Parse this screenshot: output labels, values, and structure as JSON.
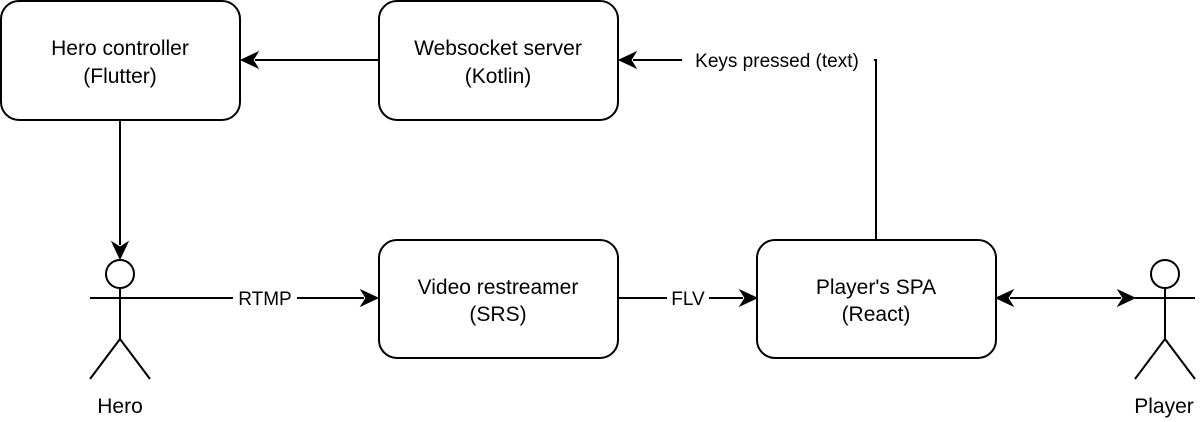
{
  "nodes": {
    "hero_controller": {
      "line1": "Hero controller",
      "line2": "(Flutter)"
    },
    "websocket_server": {
      "line1": "Websocket server",
      "line2": "(Kotlin)"
    },
    "video_restreamer": {
      "line1": "Video restreamer",
      "line2": "(SRS)"
    },
    "players_spa": {
      "line1": "Player's SPA",
      "line2": "(React)"
    }
  },
  "actors": {
    "hero": {
      "label": "Hero"
    },
    "player": {
      "label": "Player"
    }
  },
  "edges": {
    "keys_pressed": {
      "label": "Keys pressed (text)"
    },
    "rtmp": {
      "label": "RTMP"
    },
    "flv": {
      "label": "FLV"
    }
  },
  "colors": {
    "stroke": "#000000",
    "fill": "#ffffff"
  }
}
